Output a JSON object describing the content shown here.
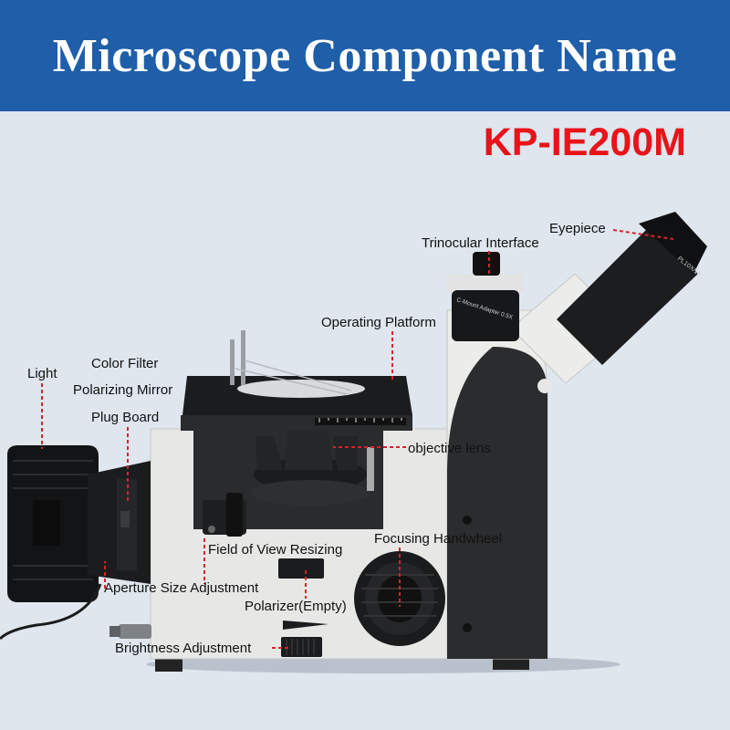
{
  "banner": {
    "title": "Microscope Component Name"
  },
  "model": "KP-IE200M",
  "colors": {
    "banner": "#1f5ea8",
    "model": "#e8141a",
    "leader": "#d8232a",
    "background": "#dfe6ee"
  },
  "labels": {
    "eyepiece": "Eyepiece",
    "trinocular": "Trinocular Interface",
    "operating_platform": "Operating Platform",
    "light": "Light",
    "color_filter": "Color Filter",
    "polarizing_mirror": "Polarizing Mirror",
    "plug_board": "Plug Board",
    "objective_lens": "objective lens",
    "field_of_view": "Field of View Resizing",
    "focusing_handwheel": "Focusing Handwheel",
    "aperture": "Aperture Size Adjustment",
    "polarizer": "Polarizer(Empty)",
    "brightness": "Brightness Adjustment"
  }
}
